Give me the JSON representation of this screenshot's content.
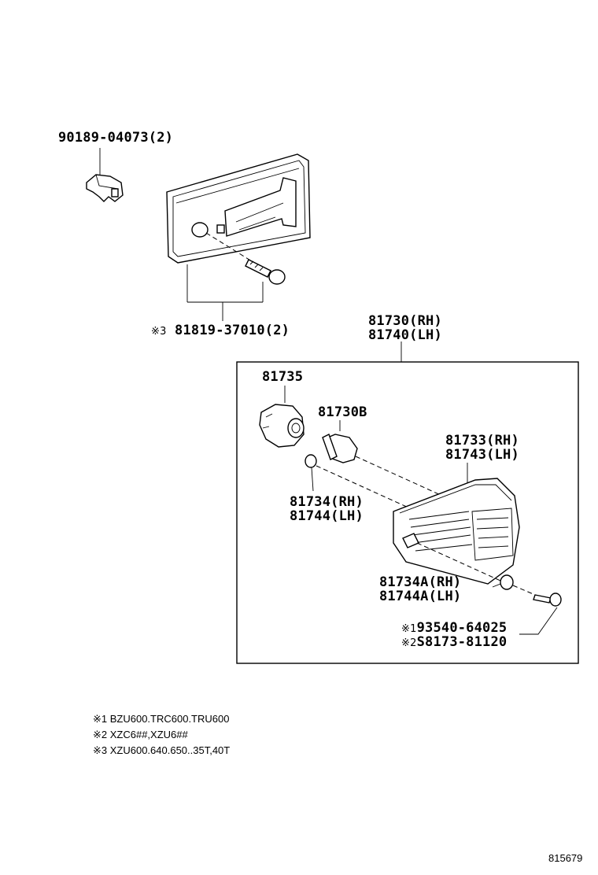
{
  "labels": {
    "clip": "90189-04073(2)",
    "screw": "81819-37010(2)",
    "screw_mark": "※3",
    "assy_rh": "81730(RH)",
    "assy_lh": "81740(LH)",
    "socket": "81735",
    "bulb": "81730B",
    "lens_rh": "81733(RH)",
    "lens_lh": "81743(LH)",
    "gasket_rh": "81734(RH)",
    "gasket_lh": "81744(LH)",
    "gasket_a_rh": "81734A(RH)",
    "gasket_a_lh": "81744A(LH)",
    "bolt1_mark": "※1",
    "bolt1": "93540-64025",
    "bolt2_mark": "※2",
    "bolt2": "S8173-81120"
  },
  "notes": [
    "※1 BZU600.TRC600.TRU600",
    "※2 XZC6##,XZU6##",
    "※3 XZU600.640.650..35T,40T"
  ],
  "figure_id": "815679"
}
